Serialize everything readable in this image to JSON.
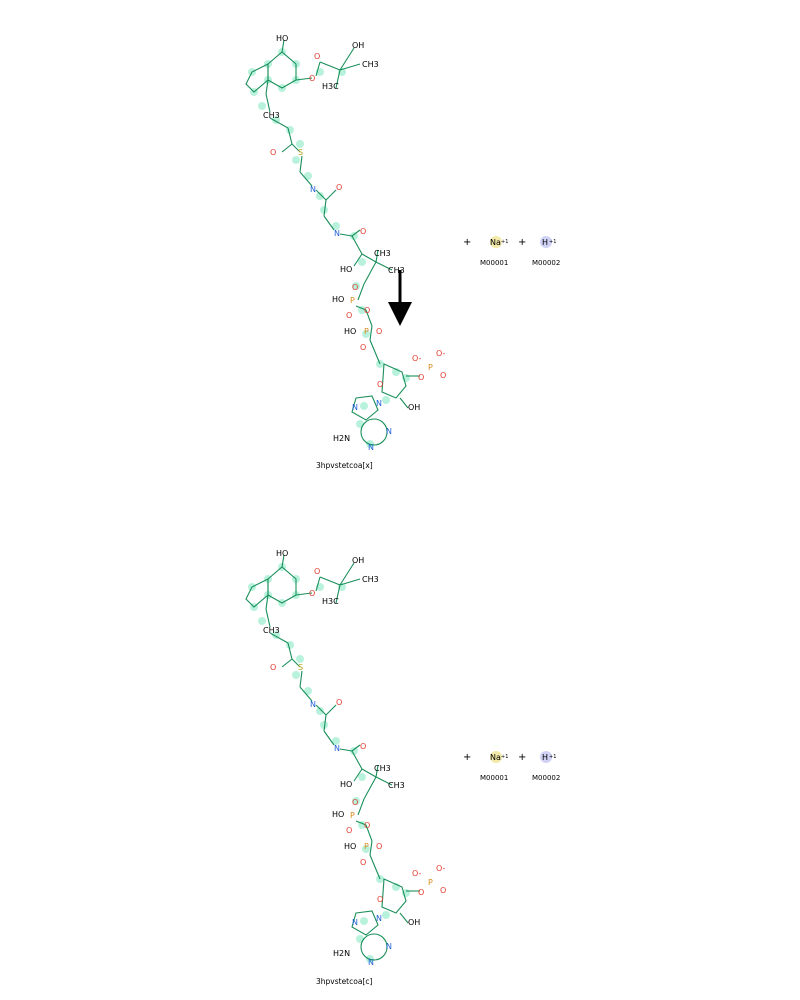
{
  "top_molecule": {
    "name": "3hpvstetcoa[x]"
  },
  "bottom_molecule": {
    "name": "3hpvstetcoa[c]"
  },
  "plus_sign": "+",
  "ions": [
    {
      "symbol": "Na",
      "charge": "+1",
      "id": "M00001",
      "color": "#f3e9a8"
    },
    {
      "symbol": "H",
      "charge": "+1",
      "id": "M00002",
      "color": "#cfd2f5"
    }
  ],
  "atoms": {
    "oh": "OH",
    "ho": "HO",
    "h3c": "H3C",
    "ch3": "CH3",
    "o": "O",
    "n": "N",
    "p": "P",
    "s": "S",
    "h2n": "H2N",
    "o_minus": "O-"
  },
  "colors": {
    "bond": "#1a8f5a",
    "halo": "#7fe8c0",
    "oxygen": "#e03a2f",
    "nitrogen": "#1f5fd6",
    "phosphorus": "#d98a1a",
    "sulfur": "#b3a21a",
    "arrow": "#000000"
  }
}
